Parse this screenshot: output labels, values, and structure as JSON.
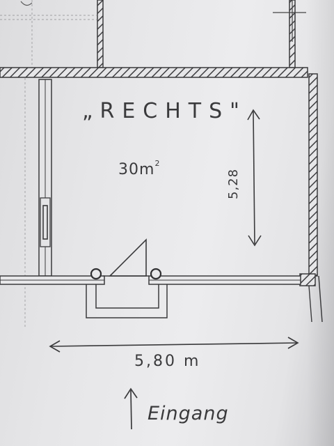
{
  "room": {
    "name": "„RECHTS\"",
    "area_value": "30m",
    "area_exponent": "2"
  },
  "dimensions": {
    "height": "5,28",
    "width": "5,80 m"
  },
  "entrance": {
    "label": "Eingang"
  },
  "colors": {
    "paper": "#e8e8ea",
    "ink": "#3a3a3c",
    "pencil": "#4a4a4d"
  }
}
